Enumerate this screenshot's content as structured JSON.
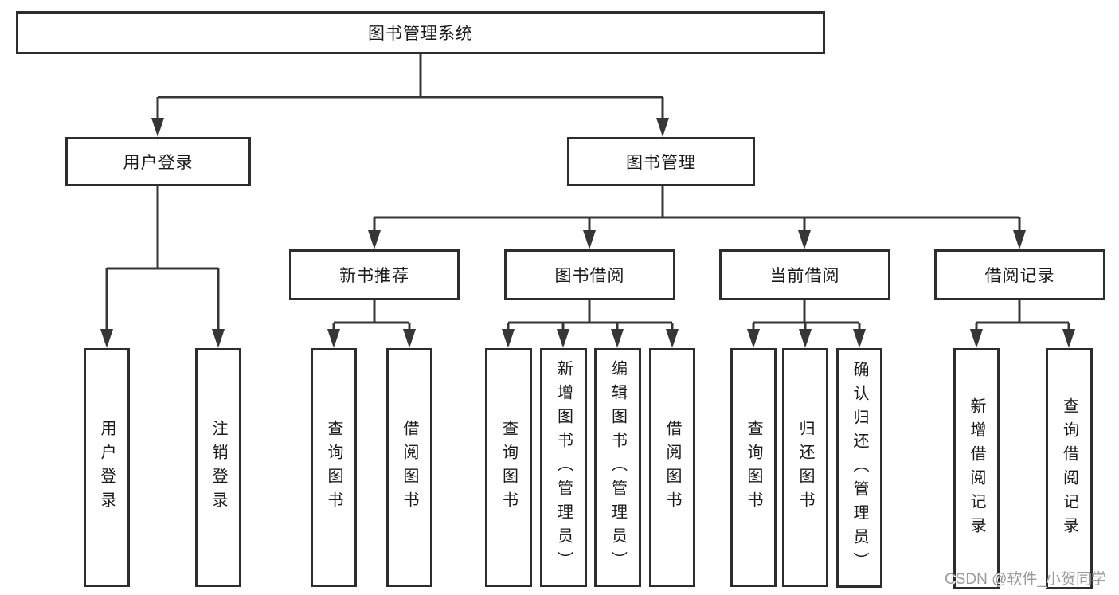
{
  "tree": {
    "label": "图书管理系统",
    "children": [
      {
        "label": "用户登录",
        "children": [
          {
            "label": "用户登录"
          },
          {
            "label": "注销登录"
          }
        ]
      },
      {
        "label": "图书管理",
        "children": [
          {
            "label": "新书推荐",
            "children": [
              {
                "label": "查询图书"
              },
              {
                "label": "借阅图书"
              }
            ]
          },
          {
            "label": "图书借阅",
            "children": [
              {
                "label": "查询图书"
              },
              {
                "label": "新增图书（管理员）"
              },
              {
                "label": "编辑图书（管理员）"
              },
              {
                "label": "借阅图书"
              }
            ]
          },
          {
            "label": "当前借阅",
            "children": [
              {
                "label": "查询图书"
              },
              {
                "label": "归还图书"
              },
              {
                "label": "确认归还（管理员）"
              }
            ]
          },
          {
            "label": "借阅记录",
            "children": [
              {
                "label": "新增借阅记录"
              },
              {
                "label": "查询借阅记录"
              }
            ]
          }
        ]
      }
    ]
  },
  "watermark": "CSDN @软件_小贺同学",
  "colors": {
    "line": "#363636",
    "box_border": "#2d2d2d",
    "text": "#1a1a1a",
    "watermark": "#9b9b9b",
    "background": "#ffffff"
  }
}
